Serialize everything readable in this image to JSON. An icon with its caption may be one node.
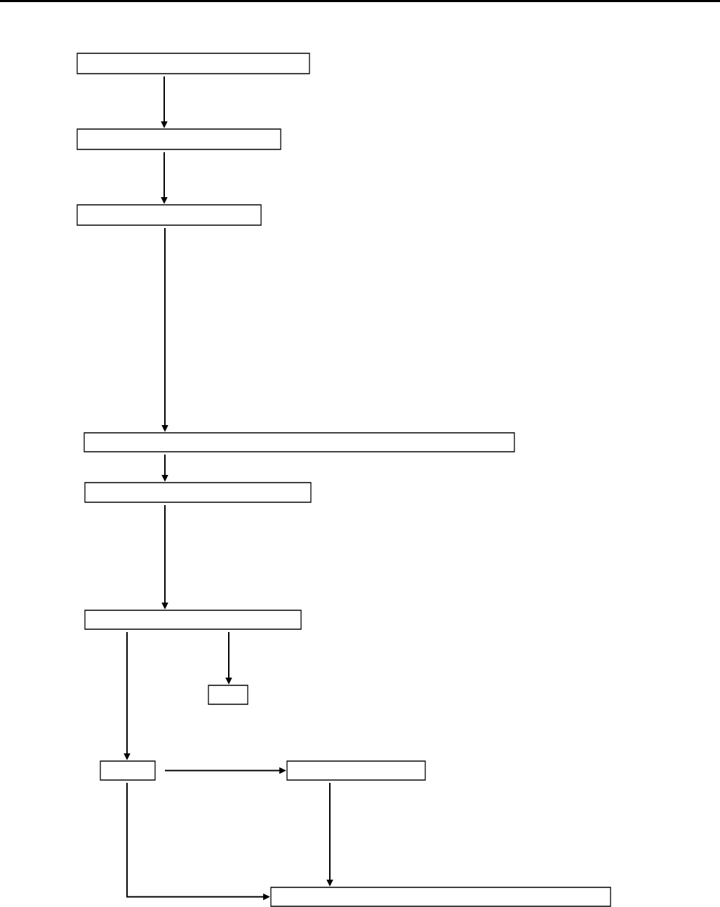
{
  "diagram": {
    "nodes": [
      {
        "text": [],
        "shape": "box"
      },
      {
        "text": [],
        "shape": "box"
      },
      {
        "text": [],
        "shape": "box"
      },
      {
        "text": [],
        "shape": "box"
      },
      {
        "text": [],
        "shape": "box"
      },
      {
        "text": [],
        "shape": "box"
      },
      {
        "text": [],
        "shape": "box"
      },
      {
        "text": [],
        "shape": "box"
      },
      {
        "text": [],
        "shape": "box"
      },
      {
        "text": [],
        "shape": "box"
      }
    ],
    "edges": [
      {
        "from": 0,
        "to": 1,
        "arrow": "to"
      },
      {
        "from": 1,
        "to": 2,
        "arrow": "to"
      },
      {
        "from": 2,
        "to": 3,
        "arrow": "to"
      },
      {
        "from": 3,
        "to": 4,
        "arrow": "to"
      },
      {
        "from": 4,
        "to": 5,
        "arrow": "to"
      },
      {
        "from": 5,
        "to": 7,
        "arrow": "to"
      },
      {
        "from": 5,
        "to": 6,
        "arrow": "to"
      },
      {
        "from": 7,
        "to": 8,
        "arrow": "to"
      },
      {
        "from": 8,
        "to": 9,
        "arrow": "to"
      },
      {
        "from": 7,
        "to": 9,
        "arrow": "to"
      }
    ]
  }
}
